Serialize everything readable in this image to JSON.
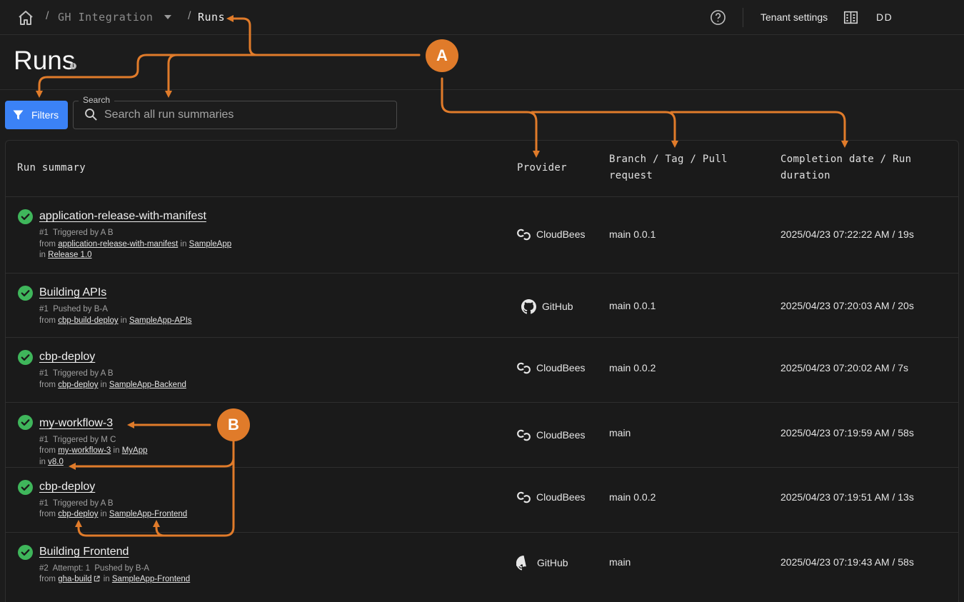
{
  "topbar": {
    "breadcrumb": [
      {
        "label": "GH Integration"
      },
      {
        "label": "Runs"
      }
    ],
    "tenant_settings": "Tenant settings",
    "user_initials": "DD"
  },
  "page": {
    "title": "Runs",
    "info_glyph": "i"
  },
  "toolbar": {
    "filters_label": "Filters",
    "search_label": "Search",
    "search_placeholder": "Search all run summaries",
    "search_value": ""
  },
  "table": {
    "columns": [
      "Run summary",
      "Provider",
      "Branch / Tag / Pull request",
      "Completion date / Run duration"
    ],
    "rows": [
      {
        "status": "success",
        "title": "application-release-with-manifest",
        "run_number": "#1",
        "trigger": "Triggered by A B",
        "from_word": "from",
        "workflow": "application-release-with-manifest",
        "in_word": "in",
        "repo": "SampleApp",
        "extra_in_word": "in",
        "extra": "Release 1.0",
        "provider": "CloudBees",
        "provider_icon": "cloudbees-icon",
        "branch": "main 0.0.1",
        "date": "2025/04/23 07:22:22 AM / 19s"
      },
      {
        "status": "success",
        "title": "Building APIs",
        "run_number": "#1",
        "trigger": "Pushed by B-A",
        "from_word": "from",
        "workflow": "cbp-build-deploy",
        "in_word": "in",
        "repo": "SampleApp-APIs",
        "provider": "GitHub",
        "provider_icon": "github-icon",
        "branch": "main 0.0.1",
        "date": "2025/04/23 07:20:03 AM / 20s"
      },
      {
        "status": "success",
        "title": "cbp-deploy",
        "run_number": "#1",
        "trigger": "Triggered by A B",
        "from_word": "from",
        "workflow": "cbp-deploy",
        "in_word": "in",
        "repo": "SampleApp-Backend",
        "provider": "CloudBees",
        "provider_icon": "cloudbees-icon",
        "branch": "main 0.0.2",
        "date": "2025/04/23 07:20:02 AM / 7s"
      },
      {
        "status": "success",
        "title": "my-workflow-3",
        "run_number": "#1",
        "trigger": "Triggered by M C",
        "from_word": "from",
        "workflow": "my-workflow-3",
        "in_word": "in",
        "repo": "MyApp",
        "extra_in_word": "in",
        "extra": "v8.0",
        "provider": "CloudBees",
        "provider_icon": "cloudbees-icon",
        "branch": "main",
        "date": "2025/04/23 07:19:59 AM / 58s"
      },
      {
        "status": "success",
        "title": "cbp-deploy",
        "run_number": "#1",
        "trigger": "Triggered by A B",
        "from_word": "from",
        "workflow": "cbp-deploy",
        "in_word": "in",
        "repo": "SampleApp-Frontend",
        "provider": "CloudBees",
        "provider_icon": "cloudbees-icon",
        "branch": "main 0.0.2",
        "date": "2025/04/23 07:19:51 AM / 13s"
      },
      {
        "status": "success",
        "title": "Building Frontend",
        "run_number": "#2",
        "attempt": "Attempt: 1",
        "trigger": "Pushed by B-A",
        "from_word": "from",
        "workflow": "gha-build",
        "in_word": "in",
        "repo": "SampleApp-Frontend",
        "provider": "GitHub",
        "provider_icon": "github-icon",
        "branch": "main",
        "date": "2025/04/23 07:19:43 AM / 58s"
      }
    ]
  },
  "annotations": {
    "badge_a": "A",
    "badge_b": "B",
    "color": "#e07b2a"
  },
  "colors": {
    "background": "#1c1c1c",
    "primary_button": "#3b82f6",
    "success": "#3fb65b"
  }
}
